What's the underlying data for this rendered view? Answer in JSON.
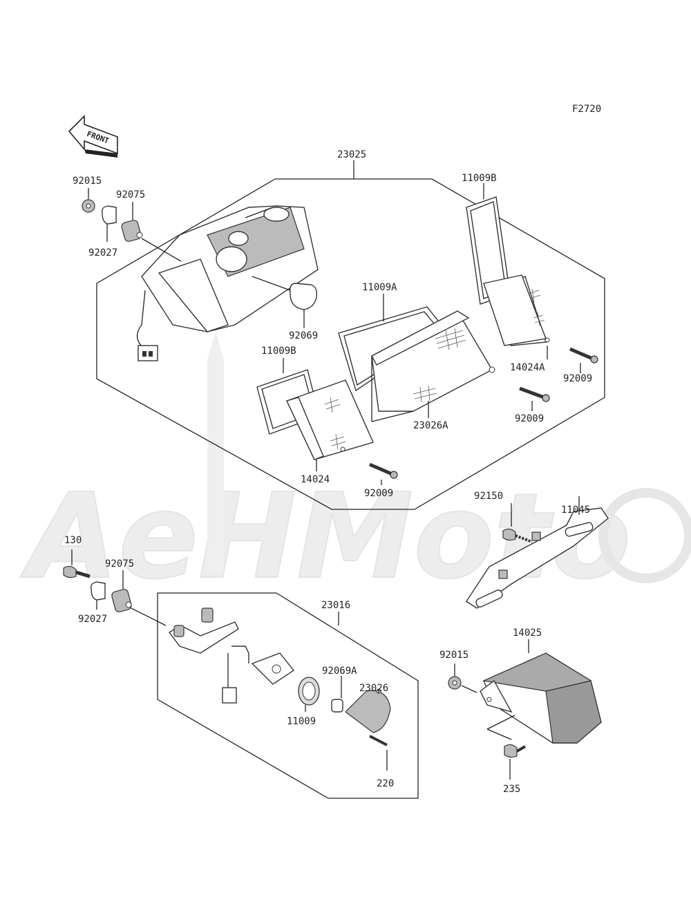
{
  "figure_code": "F2720",
  "front_arrow_label": "FRONT",
  "watermark": "AeHMoto",
  "labels": {
    "p23025": "23025",
    "p92015_top": "92015",
    "p92075_top": "92075",
    "p92027_top": "92027",
    "p92069": "92069",
    "p11009A": "11009A",
    "p11009B_right": "11009B",
    "p11009B_left": "11009B",
    "p14024A": "14024A",
    "p92009_right": "92009",
    "p92009_mid": "92009",
    "p23026A": "23026A",
    "p14024": "14024",
    "p92009_left": "92009",
    "p92150": "92150",
    "p11045": "11045",
    "p130": "130",
    "p92075_bottom": "92075",
    "p92027_bottom": "92027",
    "p23016": "23016",
    "p92069A": "92069A",
    "p23026": "23026",
    "p11009": "11009",
    "p220": "220",
    "p14025": "14025",
    "p92015_bottom": "92015",
    "p235": "235"
  }
}
